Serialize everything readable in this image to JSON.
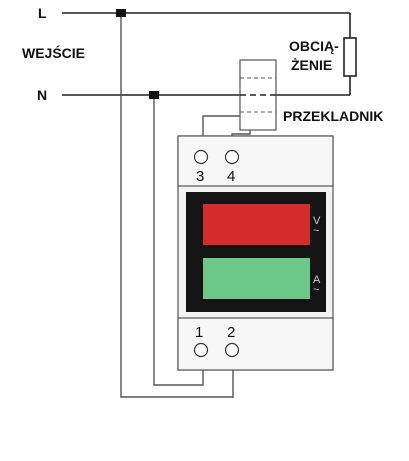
{
  "labels": {
    "line": "L",
    "neutral": "N",
    "input": "WEJŚCIE",
    "load_line1": "OBCIĄ-",
    "load_line2": "ŻENIE",
    "transformer": "PRZEKLADNIK"
  },
  "meter": {
    "terminal_top_left": "3",
    "terminal_top_right": "4",
    "terminal_bottom_left": "1",
    "terminal_bottom_right": "2",
    "voltage_unit": "V",
    "current_unit": "A",
    "unit_symbol": "~"
  },
  "colors": {
    "voltage_display": "#d42c2c",
    "current_display": "#6cc889",
    "screen_bezel": "#141414",
    "housing": "#f2f2f2"
  }
}
